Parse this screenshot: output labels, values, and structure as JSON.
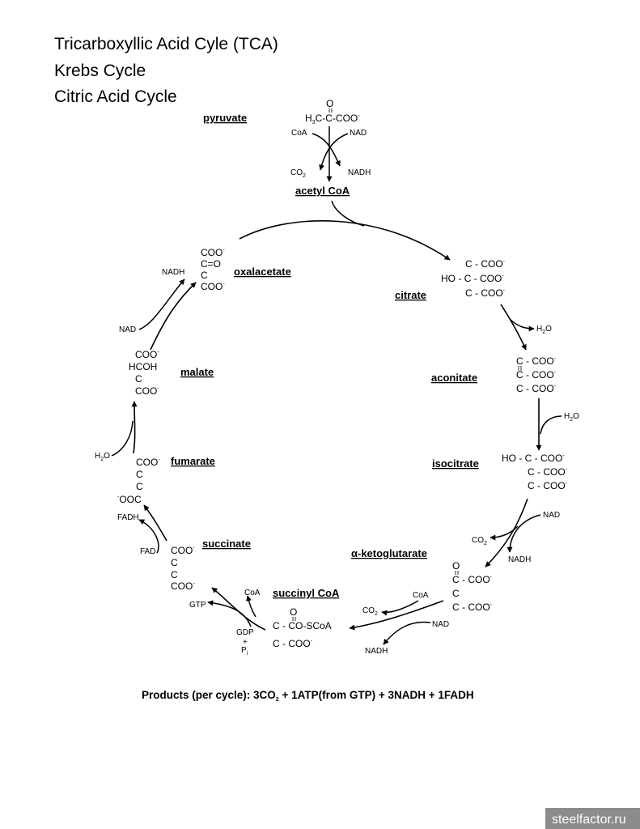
{
  "title": {
    "line1": "Tricarboxyllic Acid Cyle (TCA)",
    "line2": "Krebs Cycle",
    "line3": "Citric Acid Cycle"
  },
  "compounds": {
    "pyruvate": "pyruvate",
    "acetyl_coa": "acetyl CoA",
    "citrate": "citrate",
    "aconitate": "aconitate",
    "isocitrate": "isocitrate",
    "ketoglutarate": "α-ketoglutarate",
    "succinyl_coa": "succinyl CoA",
    "succinate": "succinate",
    "fumarate": "fumarate",
    "malate": "malate",
    "oxalacetate": "oxalacetate"
  },
  "formulas": {
    "pyruvate": {
      "carbonyl": "O",
      "h": "H",
      "h_sub": "3",
      "chain": "C-C-COO",
      "charge": "-"
    },
    "citrate": {
      "l1": "C - COO",
      "l2": "HO - C - COO",
      "l3": "C - COO",
      "charge": "-"
    },
    "aconitate": {
      "l1": "C - COO",
      "l2": "C - COO",
      "l3": "C - COO",
      "charge": "-"
    },
    "isocitrate": {
      "l1": "HO - C - COO",
      "l2": "C - COO",
      "l3": "C - COO",
      "charge": "-"
    },
    "ketoglutarate": {
      "l0": "O",
      "l1": "C - COO",
      "l2": "C",
      "l3": "C - COO",
      "charge": "-"
    },
    "succinyl_coa": {
      "l0": "O",
      "l1": "C - CO-SCoA",
      "l2": "C - COO",
      "charge": "-"
    },
    "succinate": {
      "l1": "COO",
      "l2": "C",
      "l3": "C",
      "l4": "COO",
      "charge": "-"
    },
    "fumarate": {
      "l1": "COO",
      "l2": "C",
      "l3": "C",
      "l4": "OOC",
      "charge": "-"
    },
    "malate": {
      "l1": "COO",
      "l2": "HCOH",
      "l3": "C",
      "l4": "COO",
      "charge": "-"
    },
    "oxalacetate": {
      "l1": "COO",
      "l2": "C=O",
      "l3": "C",
      "l4": "COO",
      "charge": "-"
    }
  },
  "cofactors": {
    "coa": "CoA",
    "nad": "NAD",
    "nadh": "NADH",
    "co": "CO",
    "two": "2",
    "h": "H",
    "o": "O",
    "fad": "FAD",
    "fadh": "FADH",
    "gtp": "GTP",
    "gdp": "GDP",
    "plus": "+",
    "p": "P",
    "i": "i"
  },
  "products": {
    "prefix": "Products (per cycle):  3CO",
    "two": "2",
    "rest": " + 1ATP(from GTP) + 3NADH + 1FADH"
  },
  "watermark": "steelfactor.ru",
  "colors": {
    "background": "#ffffff",
    "ink": "#000000",
    "watermark_bg": "#8c8c8c",
    "watermark_text": "#ffffff"
  }
}
